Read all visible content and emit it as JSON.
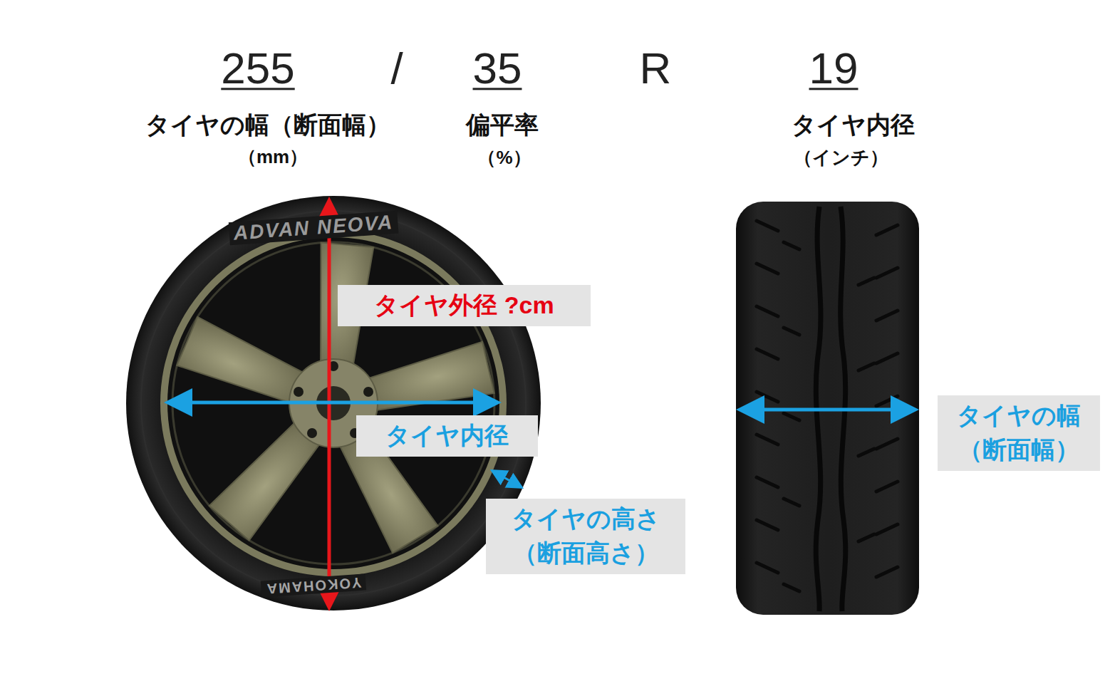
{
  "diagram": {
    "nodes": [
      {
        "text": [
          "タイヤ外径 ?cm"
        ]
      },
      {
        "text": [
          "タイヤ内径"
        ]
      },
      {
        "text": [
          "タイヤの高さ （断面高さ）"
        ]
      },
      {
        "text": [
          "タイヤの幅 （断面幅）"
        ]
      }
    ],
    "labels": [
      "255",
      "/",
      "35",
      "R",
      "19",
      "タイヤの幅（断面幅）",
      "（mm）",
      "偏平率",
      "（%）",
      "タイヤ内径",
      "（インチ）",
      "ADVAN NEOVA",
      "YOKOHAMA"
    ]
  }
}
